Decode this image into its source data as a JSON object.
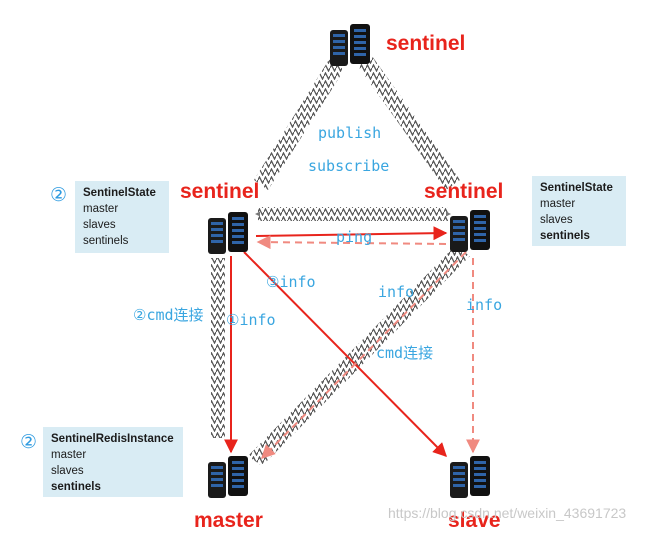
{
  "nodes": {
    "top_sentinel": "sentinel",
    "left_sentinel": "sentinel",
    "right_sentinel": "sentinel",
    "master": "master",
    "slave": "slave"
  },
  "edge_labels": {
    "publish": "publish",
    "subscribe": "subscribe",
    "ping": "ping",
    "info_3": "③info",
    "info_1": "①info",
    "cmd_left": "②cmd连接",
    "info_cross": "info",
    "cmd_cross": "cmd连接",
    "info_right": "info"
  },
  "boxes": {
    "left_state": {
      "marker": "②",
      "lines": [
        "SentinelState",
        "master",
        "slaves",
        "sentinels"
      ]
    },
    "right_state": {
      "lines": [
        "SentinelState",
        "master",
        "slaves",
        "sentinels"
      ]
    },
    "redis_instance": {
      "marker": "②",
      "lines": [
        "SentinelRedisInstance",
        "master",
        "slaves",
        "sentinels"
      ]
    }
  },
  "watermark": "https://blog.csdn.net/weixin_43691723",
  "colors": {
    "red": "#e8241c",
    "cyan": "#3aa6e0",
    "box_bg": "#d9ecf4",
    "server": "#1a1a1a"
  }
}
